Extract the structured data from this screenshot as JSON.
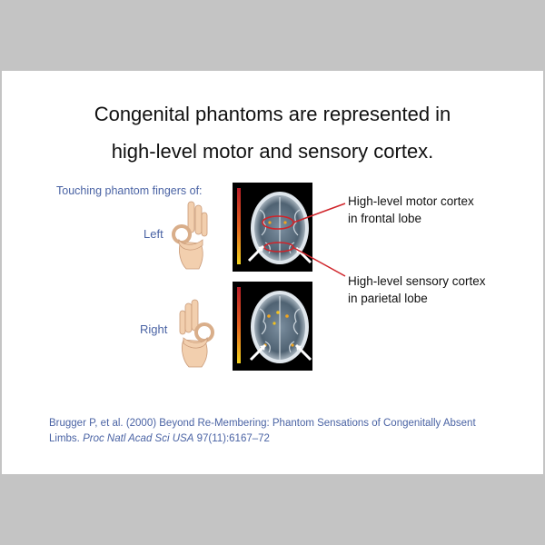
{
  "slide": {
    "title_line1": "Congenital phantoms are represented in",
    "title_line2": "high-level motor and sensory cortex.",
    "touch_caption": "Touching phantom fingers of:",
    "hands": [
      {
        "label": "Left"
      },
      {
        "label": "Right"
      }
    ],
    "callouts": {
      "motor": {
        "line1": "High-level motor cortex",
        "line2": "in frontal lobe"
      },
      "sensory": {
        "line1": "High-level sensory cortex",
        "line2": "in parietal lobe"
      }
    },
    "citation": {
      "authors_title": "Brugger P, et al. (2000) Beyond Re-Membering: Phantom Sensations of Congenitally Absent Limbs.",
      "journal": "Proc Natl Acad Sci USA",
      "volume_pages": "97(11):6167–72"
    },
    "colors": {
      "text_blue": "#4a63a4",
      "annotation_red": "#d0242a",
      "colorbar_top": "#b81e2a",
      "colorbar_bottom": "#f2d21e"
    }
  }
}
